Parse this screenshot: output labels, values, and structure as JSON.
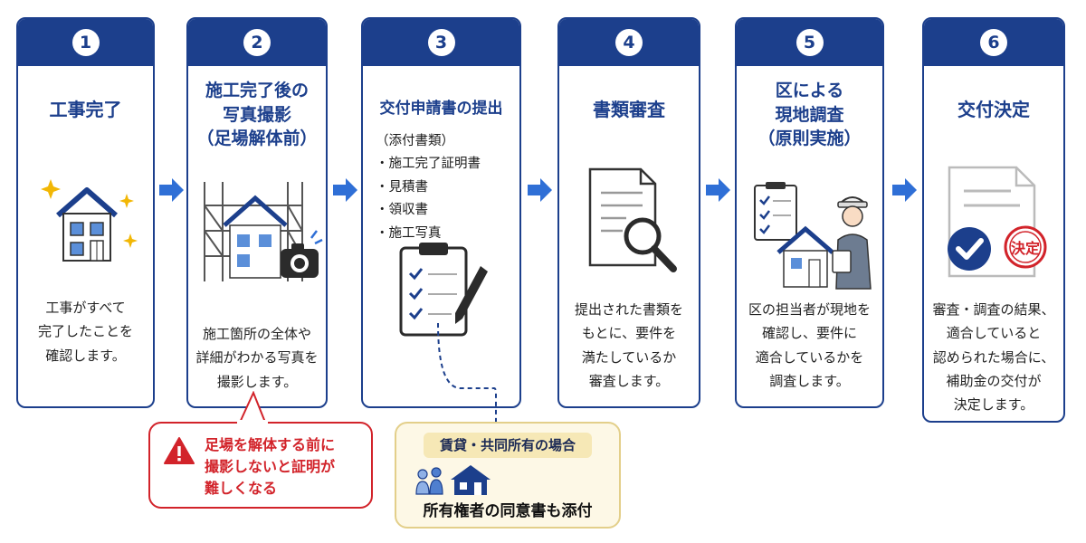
{
  "colors": {
    "primary": "#1c3f8c",
    "arrow": "#2f6fd6",
    "warning": "#d2232a",
    "note_bg": "#fdf8e6",
    "note_border": "#e3cf8a",
    "sparkle": "#f2b705"
  },
  "steps": [
    {
      "number": "1",
      "title": "工事完了",
      "description": "工事がすべて\n完了したことを\n確認します。",
      "icon": "house-sparkle-icon"
    },
    {
      "number": "2",
      "title": "施工完了後の\n写真撮影\n（足場解体前）",
      "description": "施工箇所の全体や\n詳細がわかる写真を\n撮影します。",
      "icon": "scaffold-camera-icon"
    },
    {
      "number": "3",
      "title": "交付申請書の提出",
      "attachments_heading": "（添付書類）",
      "attachments": [
        "施工完了証明書",
        "見積書",
        "領収書",
        "施工写真"
      ],
      "icon": "clipboard-pen-icon"
    },
    {
      "number": "4",
      "title": "書類審査",
      "description": "提出された書類を\nもとに、要件を\n満たしているか\n審査します。",
      "icon": "document-magnifier-icon"
    },
    {
      "number": "5",
      "title": "区による\n現地調査\n（原則実施）",
      "description": "区の担当者が現地を\n確認し、要件に\n適合しているかを\n調査します。",
      "icon": "inspector-house-icon"
    },
    {
      "number": "6",
      "title": "交付決定",
      "description": "審査・調査の結果、\n適合していると\n認められた場合に、\n補助金の交付が\n決定します。",
      "icon": "document-approved-icon",
      "stamp_text": "決定"
    }
  ],
  "warning_note": {
    "text": "足場を解体する前に\n撮影しないと証明が\n難しくなる",
    "icon": "warning-icon"
  },
  "rental_note": {
    "heading": "賃貸・共同所有の場合",
    "text": "所有権者の同意書も添付",
    "icon": "owners-house-icon"
  }
}
